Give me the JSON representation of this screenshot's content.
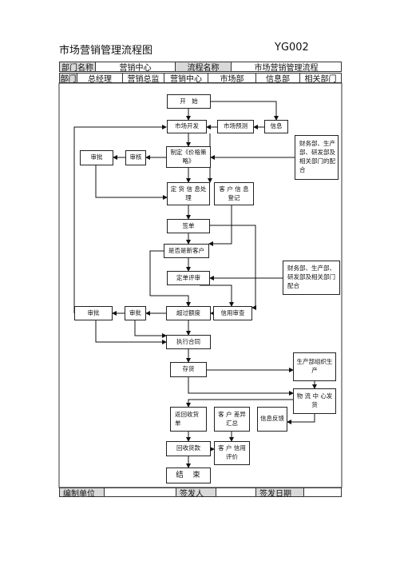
{
  "title": "市场营销管理流程图",
  "code": "YG002",
  "header_row1": {
    "dept_label": "部门名称",
    "dept_value": "营销中心",
    "flow_label": "流程名称",
    "flow_value": "市场营销管理流程"
  },
  "header_row2": [
    "部门",
    "总经理",
    "营销总监",
    "营销中心",
    "市场部",
    "信息部",
    "相关部门"
  ],
  "nodes": {
    "start": "开　始",
    "market_dev": "市场开发",
    "market_forecast": "市场预测",
    "info": "信息",
    "support1": "财务部、生产部、研发部及相关部门的配合",
    "approve1": "审批",
    "review1": "审核",
    "pricing": "制定《价格策略》",
    "order_proc": "定 货 信 息处理",
    "cust_info": "客 户 信 息登记",
    "sign": "签单",
    "new_cust": "是否是新客户",
    "order_review": "定单评审",
    "support2": "财务部、生产部、研发部及相关部门配合",
    "approve2": "审批",
    "approve3": "审批",
    "over_limit": "超过额度",
    "credit_check": "信用审查",
    "execute": "执行合同",
    "stock": "存货",
    "prod_org": "生产部组织生产",
    "logistics": "物 流 中 心发货",
    "return_receipt": "返回收货单",
    "cust_diff": "客 户 差异汇总",
    "info_feedback": "信息反馈",
    "collect_payment": "回收货款",
    "cust_credit": "客 户 信用评价",
    "end": "结　束"
  },
  "footer": {
    "unit_label": "编制单位",
    "issuer_label": "签发人",
    "date_label": "签发日期"
  }
}
